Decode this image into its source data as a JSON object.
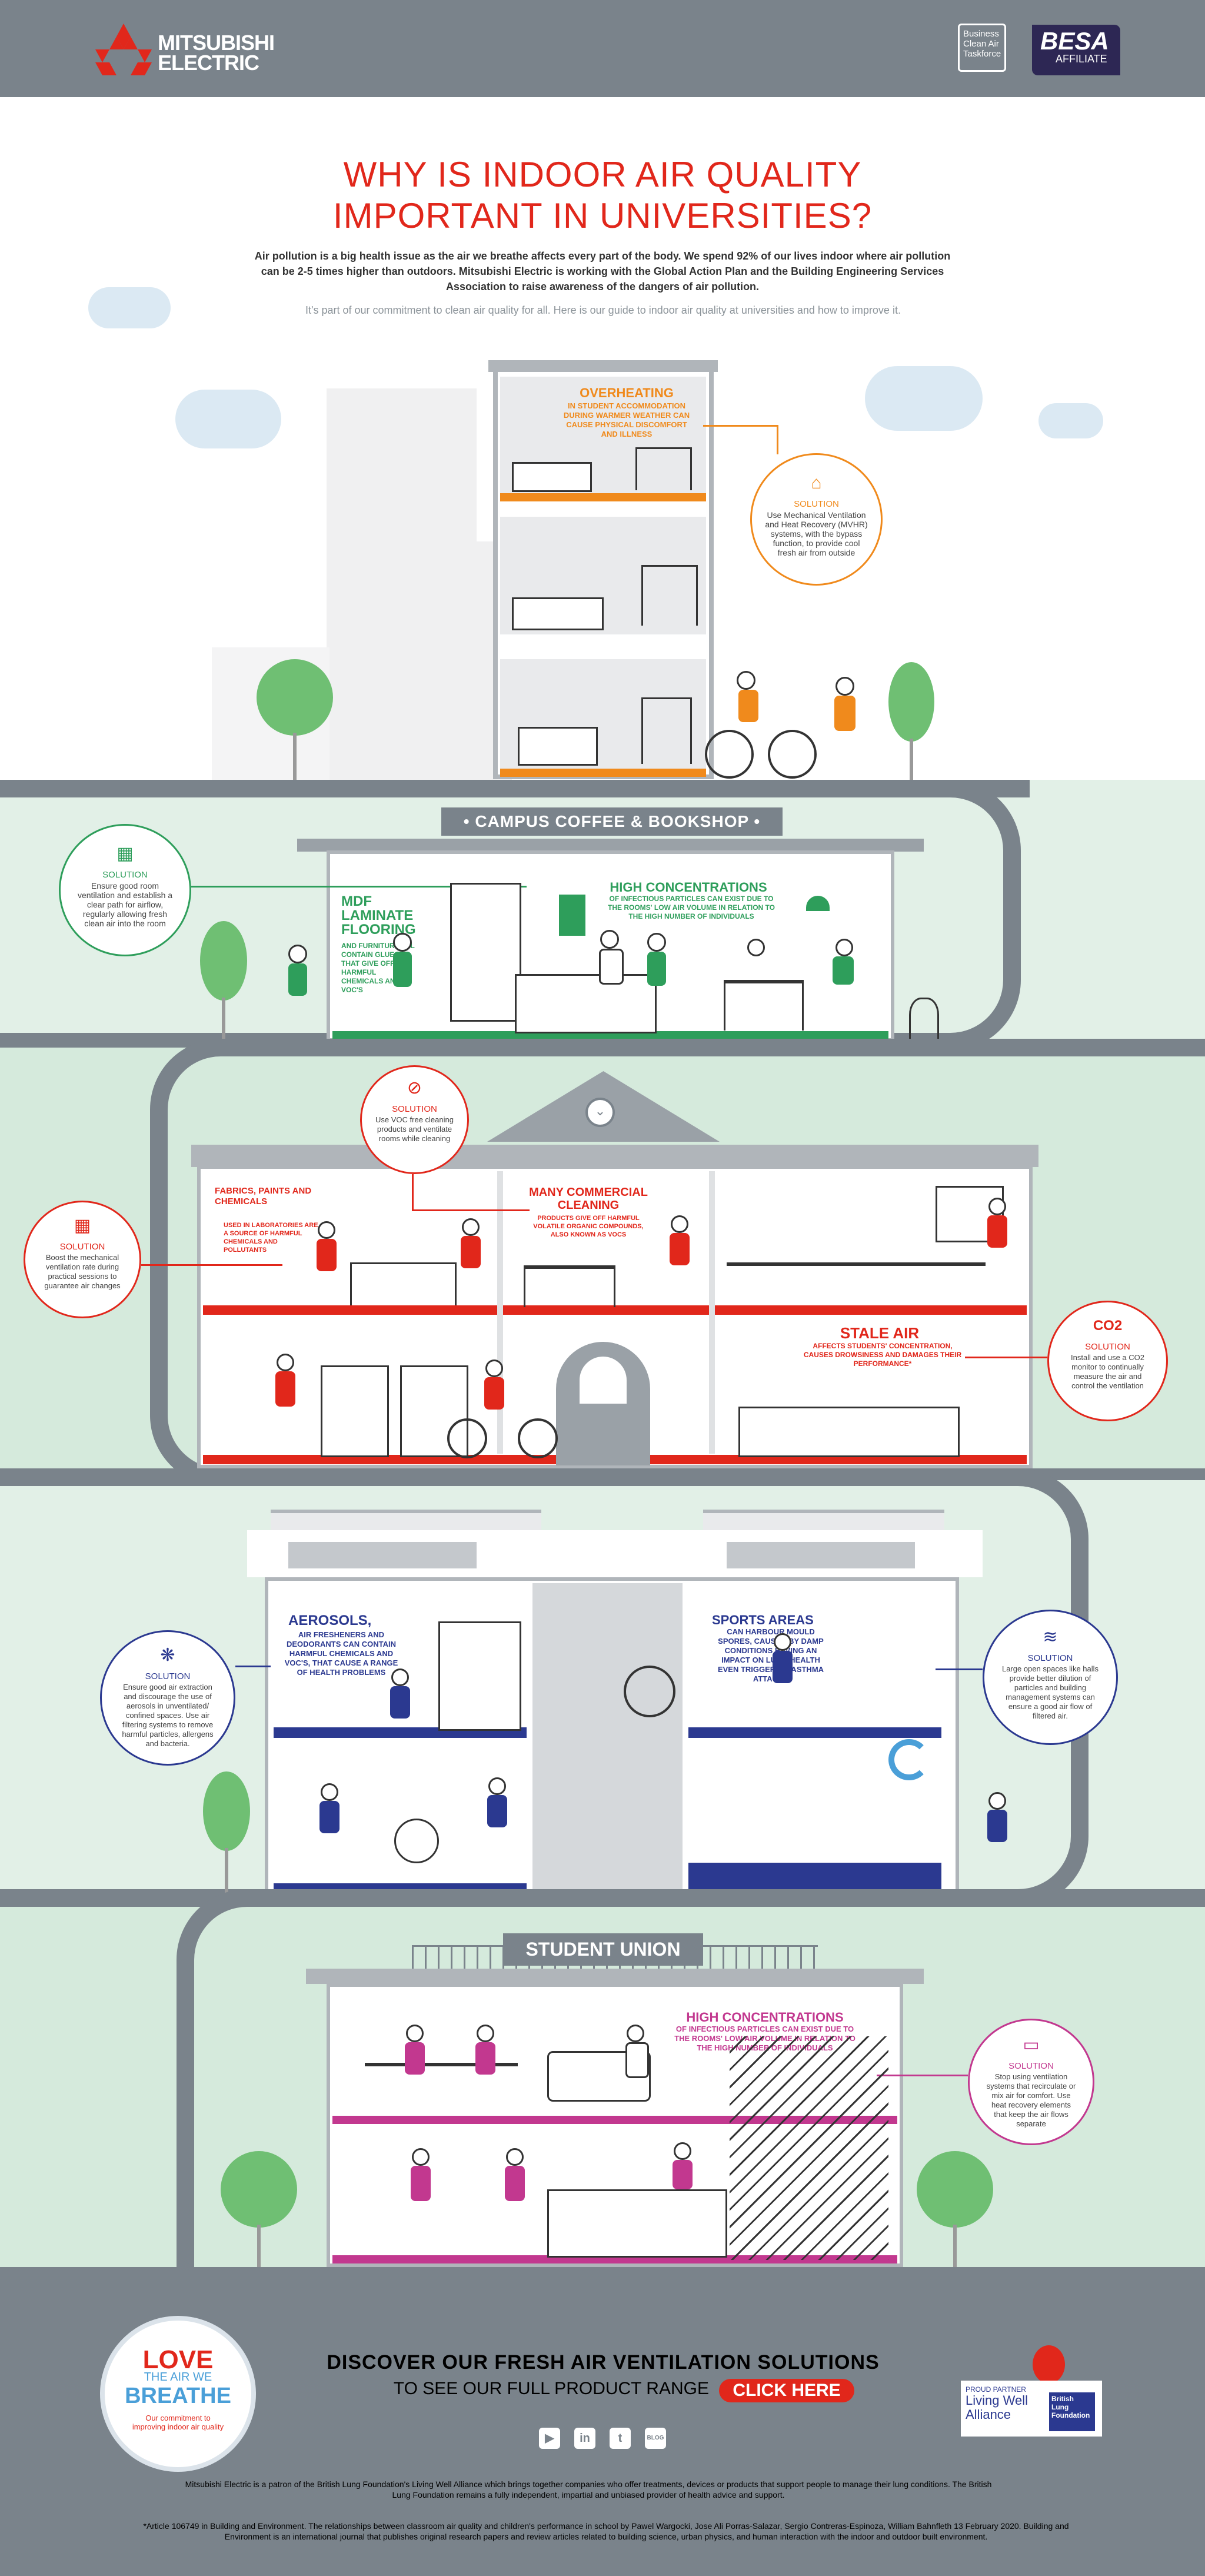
{
  "header": {
    "brand": "MITSUBISHI\nELECTRIC",
    "bca": "Business Clean Air Taskforce",
    "besa_main": "BESA",
    "besa_sub": "AFFILIATE"
  },
  "hero": {
    "title_line1": "WHY IS INDOOR AIR QUALITY",
    "title_line2": "IMPORTANT IN UNIVERSITIES?",
    "intro": "Air pollution is a big health issue as the air we breathe affects every part of the body. We spend 92% of our lives indoor where air pollution can be 2-5 times higher than outdoors. Mitsubishi Electric is working with the Global Action Plan and the Building Engineering Services Association to raise awareness of the dangers of air pollution.",
    "intro2": "It's part of our commitment to clean air quality for all. Here is our guide to indoor air quality at universities and how to improve it."
  },
  "accommodation": {
    "issue_title": "OVERHEATING",
    "issue_text": "IN STUDENT ACCOMMODATION DURING WARMER WEATHER CAN CAUSE PHYSICAL DISCOMFORT AND ILLNESS",
    "solution_head": "SOLUTION",
    "solution_text": "Use Mechanical Ventilation and Heat Recovery (MVHR) systems, with the bypass function, to provide cool fresh air from outside"
  },
  "coffee": {
    "sign": "• CAMPUS COFFEE & BOOKSHOP •",
    "mdf_title": "MDF LAMINATE FLOORING",
    "mdf_text": "AND FURNITURE ALL CONTAIN GLUES THAT GIVE OFF HARMFUL CHEMICALS AND VOC'S",
    "conc_title": "HIGH CONCENTRATIONS",
    "conc_text": "OF INFECTIOUS PARTICLES CAN EXIST DUE TO THE ROOMS' LOW AIR VOLUME IN RELATION TO THE HIGH NUMBER OF INDIVIDUALS",
    "solution_head": "SOLUTION",
    "solution_text": "Ensure good room ventilation and establish a clear path for airflow, regularly allowing fresh clean air into the room"
  },
  "library": {
    "chem_title": "FABRICS, PAINTS AND CHEMICALS",
    "chem_text": "USED IN LABORATORIES ARE A SOURCE OF HARMFUL CHEMICALS AND POLLUTANTS",
    "clean_title": "MANY COMMERCIAL CLEANING",
    "clean_text": "PRODUCTS GIVE OFF HARMFUL VOLATILE ORGANIC COMPOUNDS, ALSO KNOWN AS VOCS",
    "stale_title": "STALE AIR",
    "stale_text": "AFFECTS STUDENTS' CONCENTRATION, CAUSES DROWSINESS AND DAMAGES THEIR PERFORMANCE*",
    "sol_clean_head": "SOLUTION",
    "sol_clean_text": "Use VOC free cleaning products and ventilate rooms while cleaning",
    "sol_chem_head": "SOLUTION",
    "sol_chem_text": "Boost the mechanical ventilation rate during practical sessions to guarantee air changes",
    "sol_co2_icon": "CO2",
    "sol_co2_head": "SOLUTION",
    "sol_co2_text": "Install and use a CO2 monitor to continually measure the air and control the ventilation"
  },
  "sports": {
    "aero_title": "AEROSOLS,",
    "aero_text": "AIR FRESHENERS AND DEODORANTS CAN CONTAIN HARMFUL CHEMICALS AND VOC'S, THAT CAUSE A RANGE OF HEALTH PROBLEMS",
    "sport_title": "SPORTS AREAS",
    "sport_text": "CAN HARBOUR MOULD SPORES, CAUSED BY DAMP CONDITIONS HAVING AN IMPACT ON LUNG HEALTH EVEN TRIGGERING ASTHMA ATTACKS",
    "sol_aero_head": "SOLUTION",
    "sol_aero_text": "Ensure good air extraction and discourage the use of aerosols in unventilated/ confined spaces. Use air filtering systems to remove harmful particles, allergens and bacteria.",
    "sol_sport_head": "SOLUTION",
    "sol_sport_text": "Large open spaces like halls provide better dilution of particles and building management systems can ensure a good air flow of filtered air."
  },
  "union": {
    "sign": "STUDENT UNION",
    "conc_title": "HIGH CONCENTRATIONS",
    "conc_text": "OF INFECTIOUS PARTICLES CAN EXIST DUE TO THE ROOMS' LOW AIR VOLUME IN RELATION TO THE HIGH NUMBER OF INDIVIDUALS",
    "solution_head": "SOLUTION",
    "solution_text": "Stop using ventilation systems that recirculate or mix air for comfort. Use heat recovery elements that keep the air flows separate"
  },
  "footer": {
    "badge_love": "LOVE",
    "badge_air": "THE AIR WE",
    "badge_breathe": "BREATHE",
    "badge_sub": "Our commitment to improving indoor air quality",
    "discover": "DISCOVER OUR FRESH AIR VENTILATION SOLUTIONS",
    "range": "TO SEE OUR FULL PRODUCT RANGE",
    "click": "CLICK HERE",
    "partner_label": "PROUD PARTNER",
    "partner_name": "Living Well Alliance",
    "partner_logo": "British Lung Foundation",
    "social_youtube": "▶",
    "social_linkedin": "in",
    "social_twitter": "t",
    "social_blog": "BLOG",
    "patron": "Mitsubishi Electric is a patron of the British Lung Foundation's Living Well Alliance which brings together companies who offer treatments, devices or products that support people to manage their lung conditions. The British Lung Foundation remains a fully independent, impartial and unbiased provider of health advice and support.",
    "ref": "*Article 106749 in Building and Environment. The relationships between classroom air quality and children's performance in school by Pawel Wargocki, Jose Ali Porras-Salazar, Sergio Contreras-Espinoza, William Bahnfleth 13 February 2020. Building and Environment is an international journal that publishes original research papers and review articles related to building science, urban physics, and human interaction with the indoor and outdoor built environment."
  },
  "colors": {
    "red": "#e1271b",
    "orange": "#f08a1c",
    "green": "#2e9e5b",
    "navy": "#2b3990",
    "magenta": "#c2388f",
    "grey": "#7a838b"
  }
}
